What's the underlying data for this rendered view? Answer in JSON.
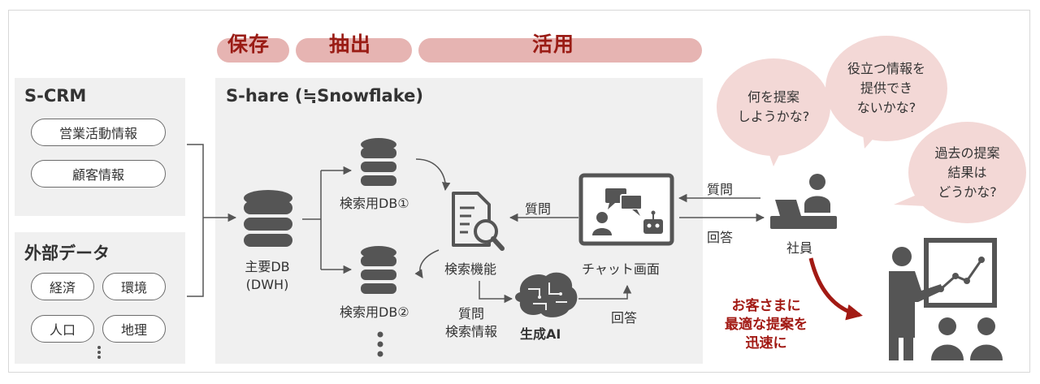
{
  "phases": {
    "store": "保存",
    "extract": "抽出",
    "use": "活用"
  },
  "scrm": {
    "title": "S-CRM",
    "items": [
      "営業活動情報",
      "顧客情報"
    ]
  },
  "external": {
    "title": "外部データ",
    "items": [
      "経済",
      "環境",
      "人口",
      "地理"
    ]
  },
  "share": {
    "title": "S-hare (≒Snowflake)",
    "main_db": "主要DB\n(DWH)",
    "search_db1": "検索用DB①",
    "search_db2": "検索用DB②",
    "search_function": "検索機能",
    "chat_screen": "チャット画面",
    "gen_ai": "生成AI",
    "question_label": "質問",
    "question_search_label": "質問\n検索情報",
    "answer_label": "回答"
  },
  "employee": {
    "label": "社員",
    "question": "質問",
    "answer": "回答"
  },
  "bubbles": [
    "何を提案\nしようかな?",
    "役立つ情報を\n提供でき\nないかな?",
    "過去の提案\n結果は\nどうかな?"
  ],
  "result_text": "お客さまに\n最適な提案を\n迅速に",
  "colors": {
    "accent_red": "#a21a14",
    "phase_pill": "#e6b4b2",
    "bubble": "#f3d8d6",
    "panel": "#f0f0f0",
    "icon_dark": "#555555"
  }
}
